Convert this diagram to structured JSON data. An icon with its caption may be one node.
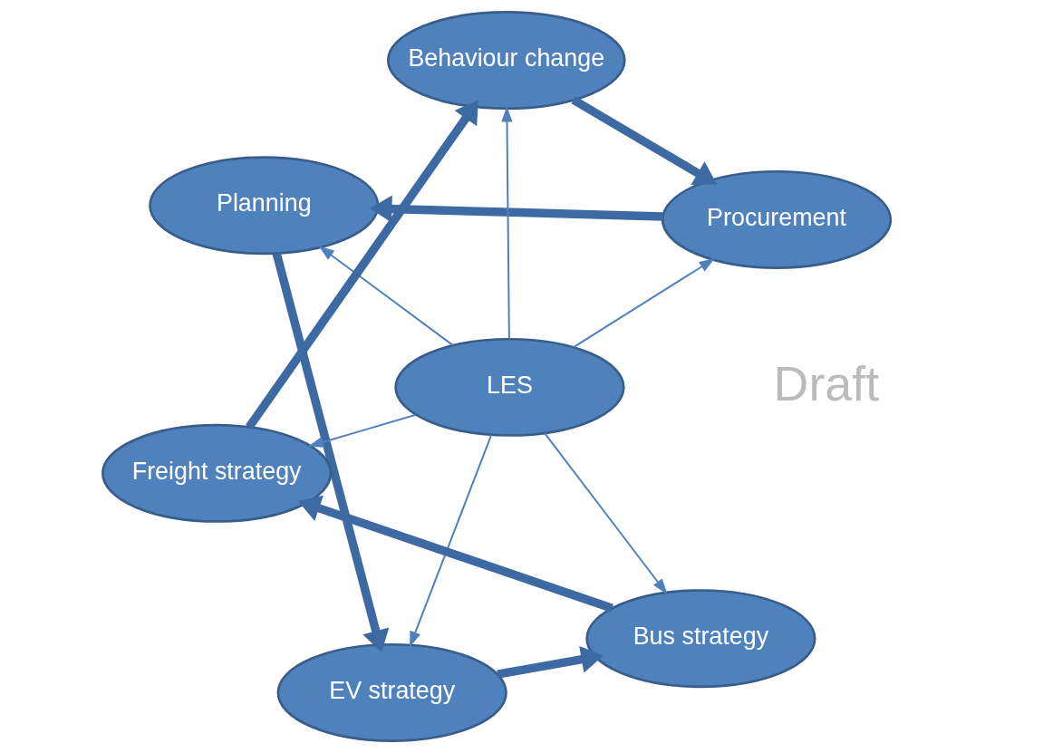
{
  "diagram": {
    "nodes": [
      {
        "text": [
          "Planning"
        ]
      },
      {
        "text": [
          "Procurement"
        ]
      },
      {
        "text": [
          "EV strategy"
        ]
      },
      {
        "text": [
          "LES"
        ]
      },
      {
        "text": [
          "Behaviour change"
        ]
      },
      {
        "text": [
          "Bus strategy"
        ]
      },
      {
        "text": [
          "Freight strategy"
        ]
      }
    ],
    "edges": [
      {
        "from": 3,
        "to": 0,
        "arrow": "to"
      },
      {
        "from": 3,
        "to": 1,
        "arrow": "to"
      },
      {
        "from": 3,
        "to": 2,
        "arrow": "to"
      },
      {
        "from": 3,
        "to": 4,
        "arrow": "to"
      },
      {
        "from": 3,
        "to": 5,
        "arrow": "to"
      },
      {
        "from": 3,
        "to": 6,
        "arrow": "to"
      },
      {
        "from": 1,
        "to": 0,
        "arrow": "to",
        "style": "thick",
        "color": "#3d6aa3"
      },
      {
        "from": 0,
        "to": 2,
        "arrow": "to",
        "style": "thick",
        "color": "#3d6aa3"
      },
      {
        "from": 2,
        "to": 5,
        "arrow": "to",
        "style": "thick",
        "color": "#3d6aa3"
      },
      {
        "from": 5,
        "to": 6,
        "arrow": "to",
        "style": "thick",
        "color": "#3d6aa3"
      },
      {
        "from": 6,
        "to": 4,
        "arrow": "to",
        "style": "thick",
        "color": "#3d6aa3"
      },
      {
        "from": 4,
        "to": 1,
        "arrow": "to",
        "style": "thick",
        "color": "#3d6aa3"
      }
    ],
    "labels": [
      "Draft"
    ]
  }
}
